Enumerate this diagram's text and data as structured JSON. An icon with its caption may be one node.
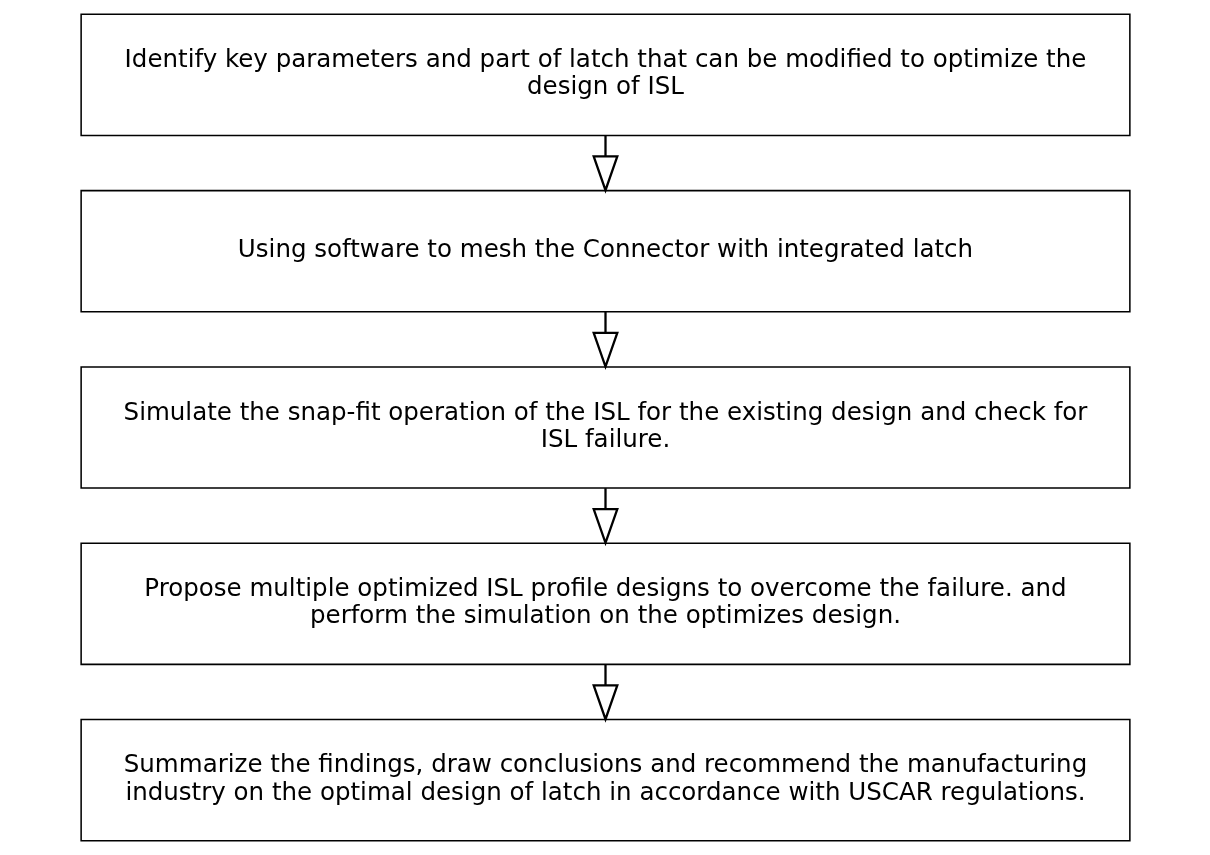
{
  "diagram": {
    "nodes": [
      {
        "text": [
          "Identify key parameters and part of latch that can be modified to optimize the design of ISL"
        ]
      },
      {
        "text": [
          "Using software to mesh the Connector with integrated latch"
        ]
      },
      {
        "text": [
          "Simulate the snap-fit operation of the ISL for the existing design and check for ISL failure."
        ]
      },
      {
        "text": [
          "Propose multiple optimized ISL profile designs to overcome the failure. and perform the simulation on the optimizes design."
        ]
      },
      {
        "text": [
          "Summarize the findings, draw conclusions and recommend the manufacturing industry on the optimal design of latch in accordance with USCAR regulations."
        ]
      }
    ],
    "edges": [
      {
        "from": 0,
        "to": 1,
        "arrow": "to"
      },
      {
        "from": 1,
        "to": 2,
        "arrow": "to"
      },
      {
        "from": 2,
        "to": 3,
        "arrow": "to"
      },
      {
        "from": 3,
        "to": 4,
        "arrow": "to"
      }
    ]
  }
}
